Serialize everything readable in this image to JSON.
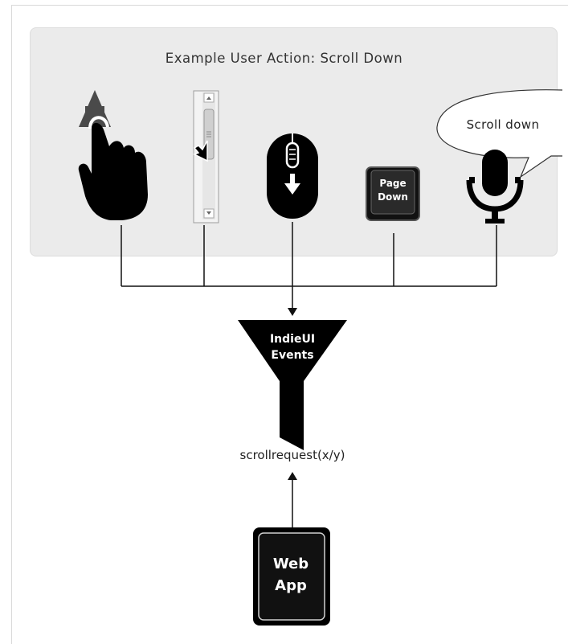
{
  "title": "Example User Action: Scroll Down",
  "inputs": [
    {
      "icon": "touch-gesture-icon"
    },
    {
      "icon": "scrollbar-icon"
    },
    {
      "icon": "mouse-wheel-icon"
    },
    {
      "icon": "page-down-key-icon",
      "key_line1": "Page",
      "key_line2": "Down"
    },
    {
      "icon": "microphone-icon",
      "speech": "Scroll down"
    }
  ],
  "funnel": {
    "line1": "IndieUI",
    "line2": "Events"
  },
  "event": "scrollrequest(x/y)",
  "app": {
    "line1": "Web",
    "line2": "App"
  }
}
